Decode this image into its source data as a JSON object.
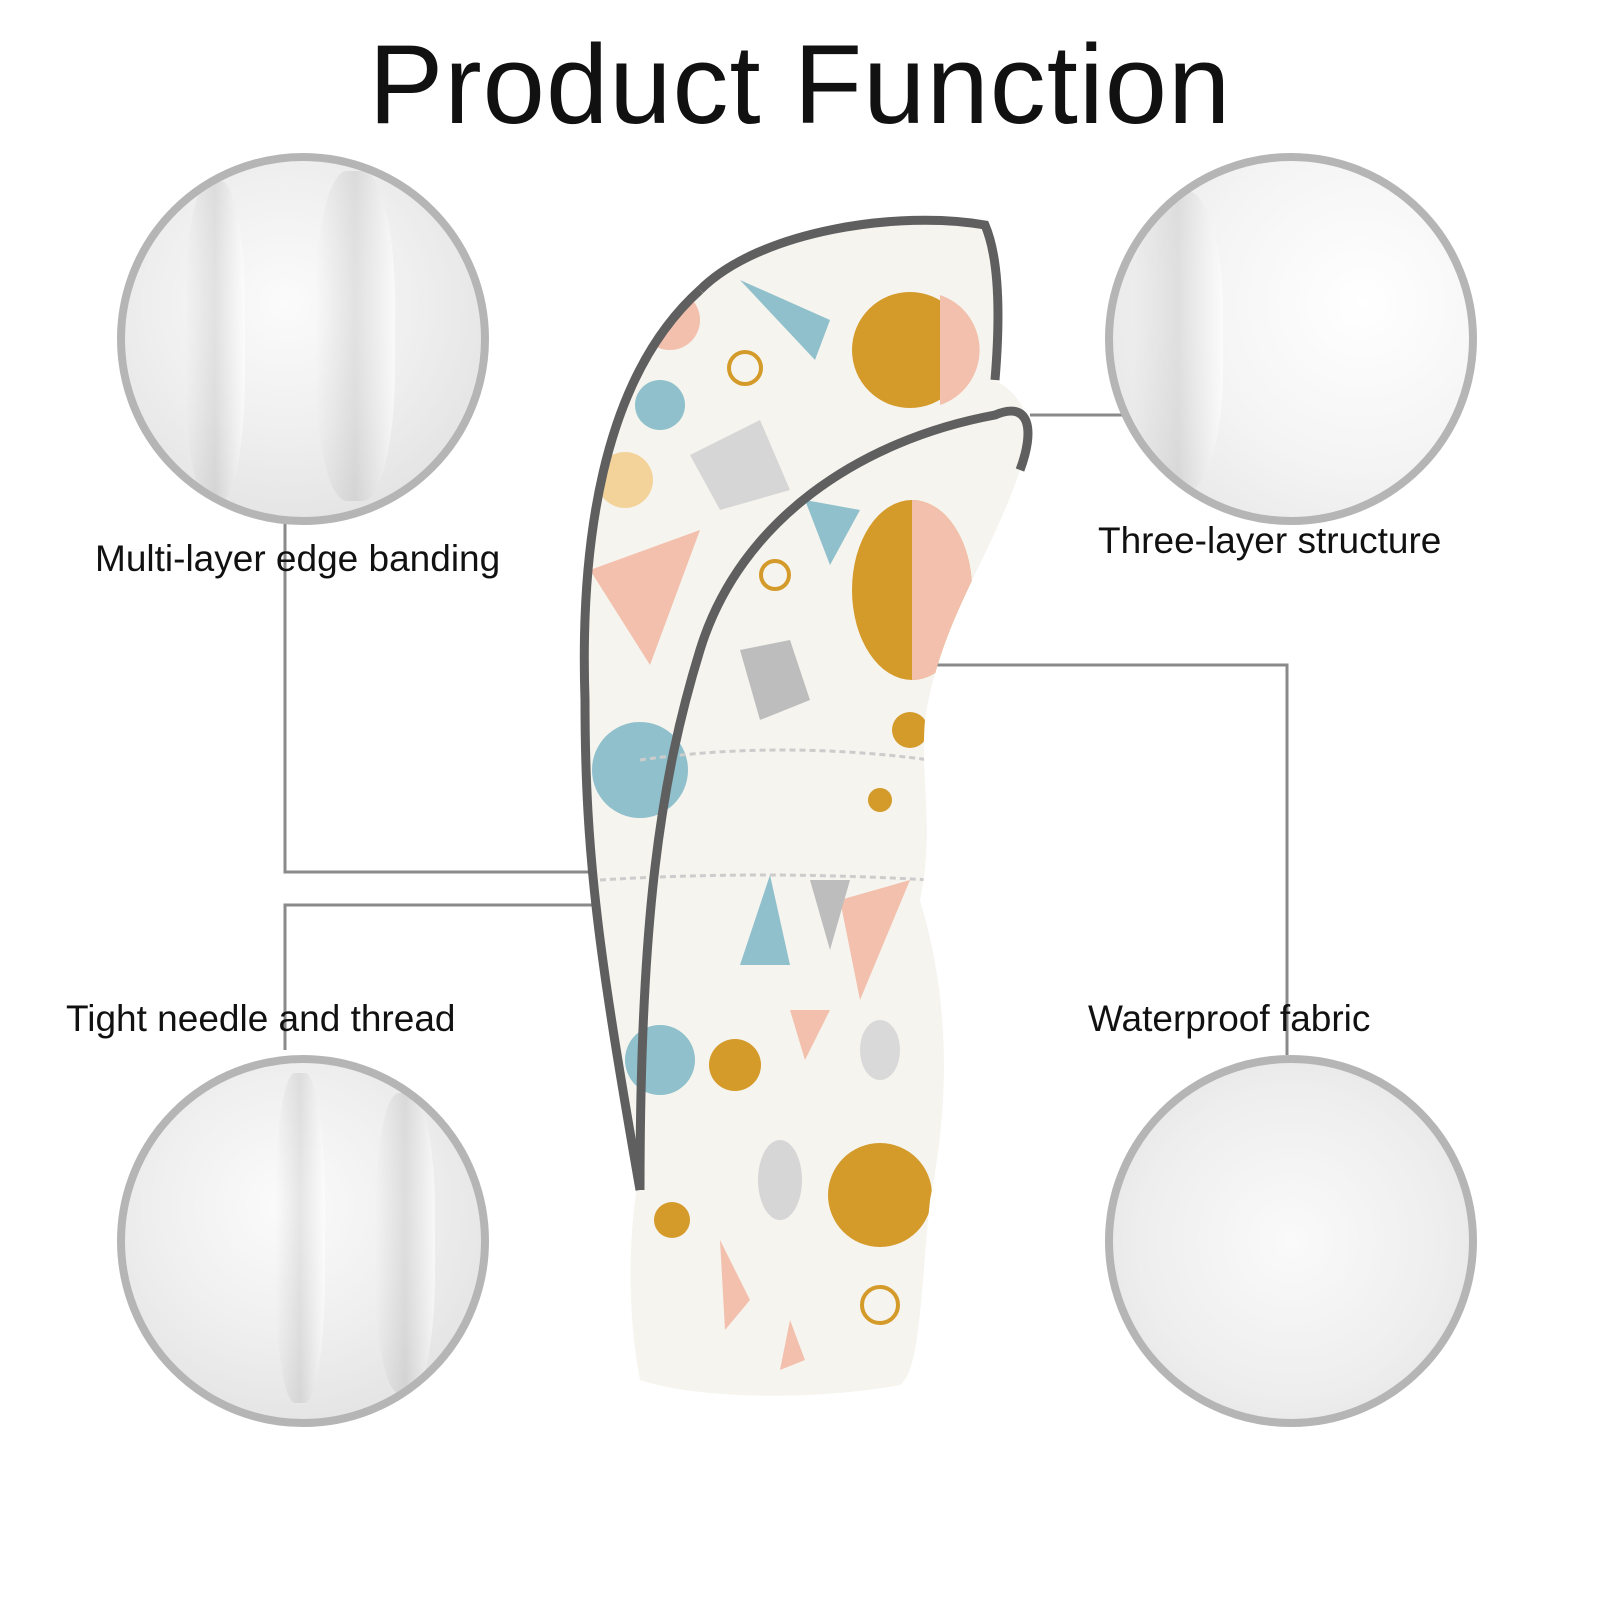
{
  "title": "Product Function",
  "features": [
    {
      "label": "Multi-layer edge banding"
    },
    {
      "label": "Three-layer structure"
    },
    {
      "label": "Tight needle and thread"
    },
    {
      "label": "Waterproof fabric"
    }
  ],
  "colors": {
    "line": "#8a8a8a",
    "circle_border": "#b5b5b5",
    "trim": "#5f5f5f",
    "gold": "#d49a2a",
    "peach": "#f2c0ad",
    "blue": "#8fc0cc",
    "gray": "#c9c9c9"
  }
}
